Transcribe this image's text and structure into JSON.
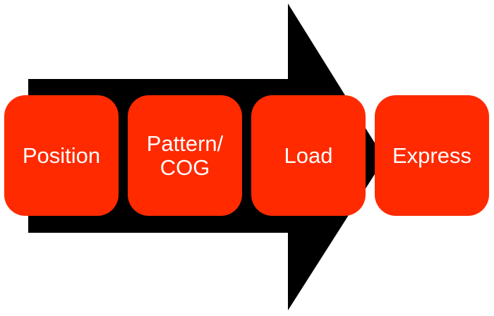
{
  "colors": {
    "arrow": "#000000",
    "step_fill": "#ff2a00",
    "step_text": "#ffffff"
  },
  "steps": [
    {
      "label": "Position"
    },
    {
      "label": "Pattern/\nCOG"
    },
    {
      "label": "Load"
    },
    {
      "label": "Express"
    }
  ]
}
